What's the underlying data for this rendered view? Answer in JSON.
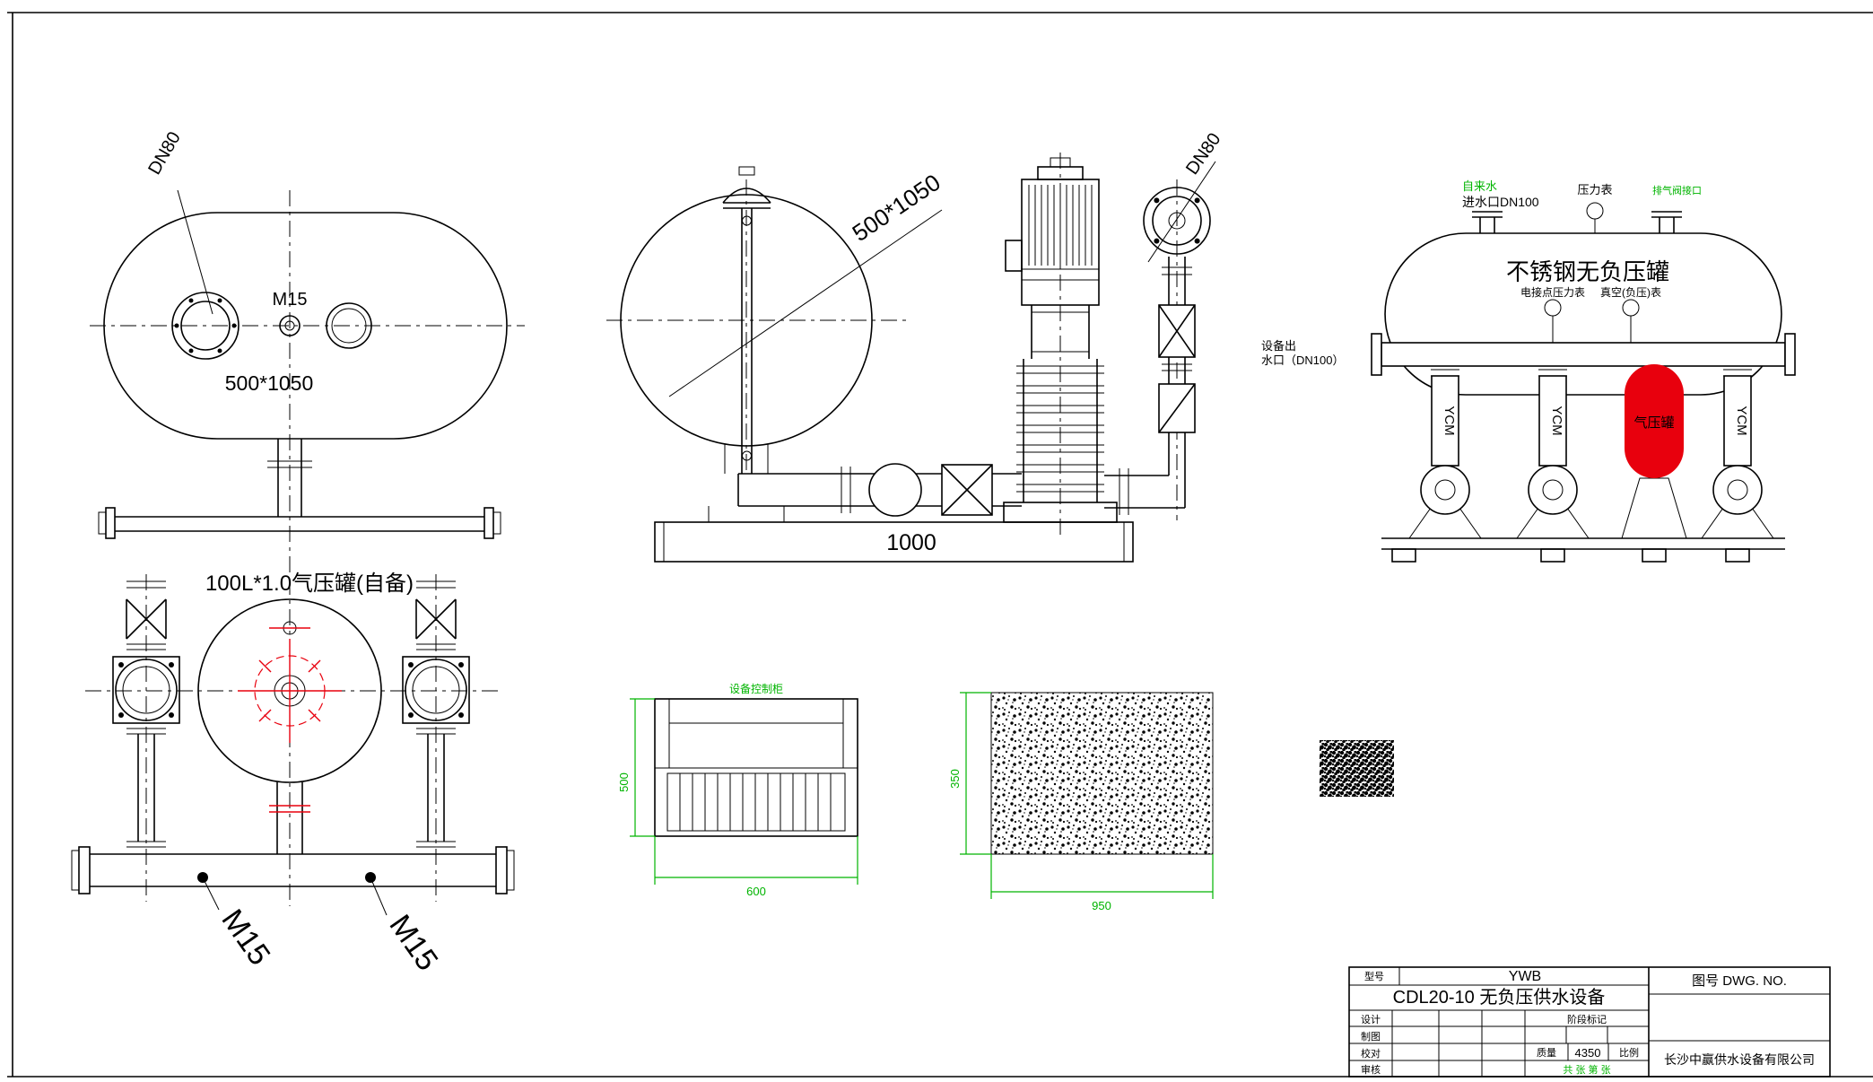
{
  "colors": {
    "line": "#000000",
    "red": "#e8000d",
    "green": "#00b400",
    "background": "#ffffff"
  },
  "views": {
    "tank_side": {
      "dn80": "DN80",
      "m15": "M15",
      "dim": "500*1050"
    },
    "tank_plan": {
      "title": "100L*1.0气压罐(自备)",
      "m15_left": "M15",
      "m15_right": "M15"
    },
    "elevation": {
      "dim": "500*1050",
      "dn80": "DN80",
      "base_dim": "1000"
    },
    "assembly": {
      "tank_label": "不锈钢无负压罐",
      "inlet_1": "自来水",
      "inlet_2": "进水口DN100",
      "gauge": "压力表",
      "vent": "排气阀接口",
      "contact_gauge": "电接点压力表",
      "vacuum_gauge": "真空(负压)表",
      "outlet_1": "设备出",
      "outlet_2": "水口（DN100）",
      "pump": "YCM",
      "air_tank": "气压罐"
    },
    "cabinet": {
      "caption": "设备控制柜",
      "dim_h": "500",
      "dim_w": "600"
    },
    "foundation": {
      "dim_h": "350",
      "dim_w": "950"
    }
  },
  "title_block": {
    "model_label": "型号",
    "model_value": "YWB",
    "title": "CDL20-10  无负压供水设备",
    "dwg_label": "图号 DWG. NO.",
    "design": "设计",
    "draft": "制图",
    "check": "校对",
    "approve": "审核",
    "stage": "阶段标记",
    "weight_label": "质量",
    "weight_value": "4350",
    "scale_label": "比例",
    "sheets": "共 张 第 张",
    "company": "长沙中赢供水设备有限公司"
  }
}
